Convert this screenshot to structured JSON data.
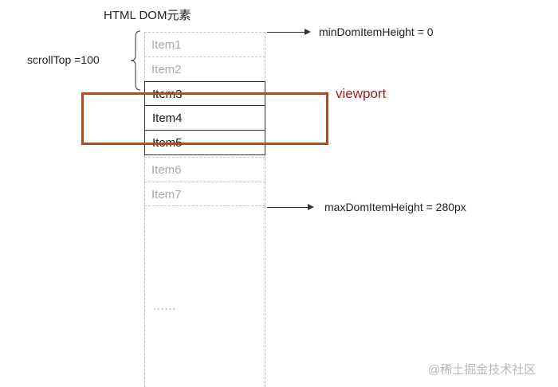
{
  "title": "HTML DOM元素",
  "items": [
    {
      "label": "Item1",
      "state": "ghost"
    },
    {
      "label": "Item2",
      "state": "ghost"
    },
    {
      "label": "Item3",
      "state": "rendered"
    },
    {
      "label": "Item4",
      "state": "rendered"
    },
    {
      "label": "Item5",
      "state": "rendered"
    },
    {
      "label": "Item6",
      "state": "ghost"
    },
    {
      "label": "Item7",
      "state": "ghost"
    }
  ],
  "ellipsis": "......",
  "viewport": {
    "label": "viewport"
  },
  "annotations": {
    "scroll_top": "scrollTop =100",
    "min_height": "minDomItemHeight = 0",
    "max_height": "maxDomItemHeight = 280px"
  },
  "colors": {
    "viewport_border": "#b24a24",
    "viewport_label": "#9b1c1c",
    "ghost_text": "#a9a9a9"
  },
  "watermark": "@稀土掘金技术社区"
}
